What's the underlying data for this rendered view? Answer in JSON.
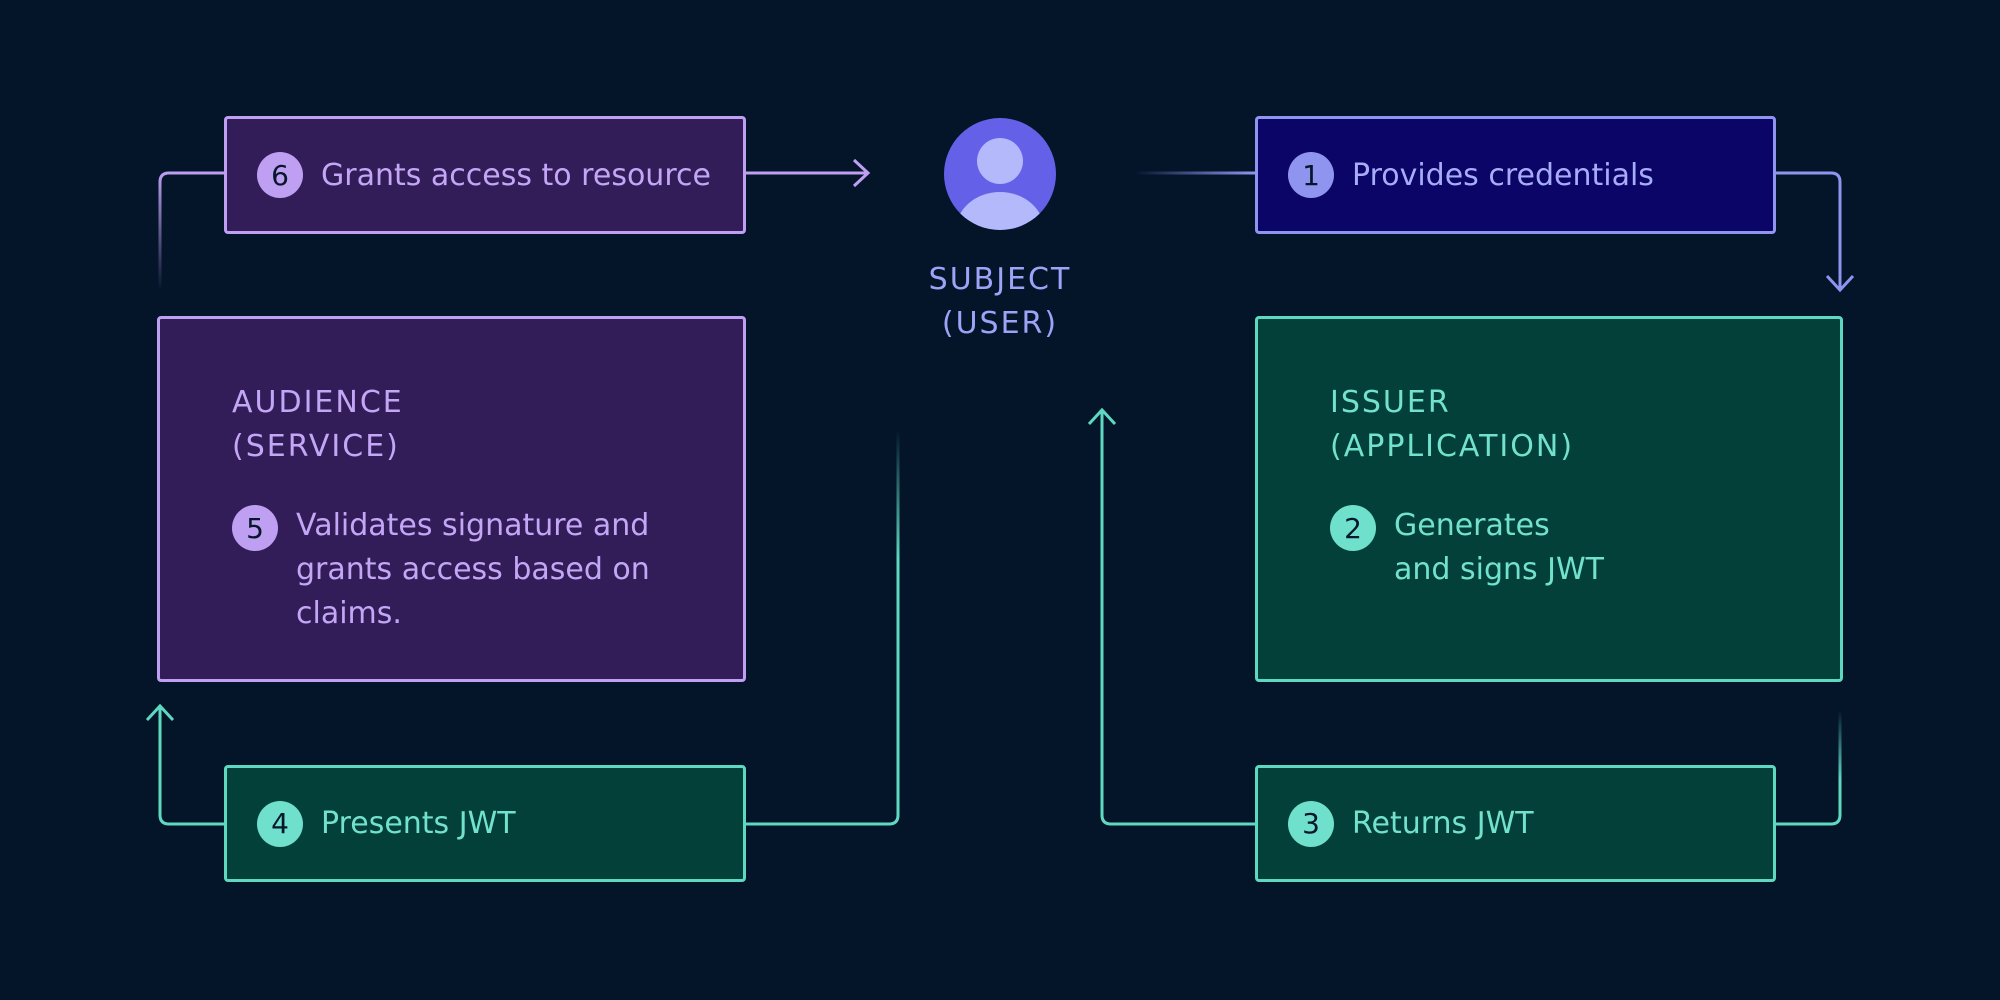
{
  "subject": {
    "line1": "SUBJECT",
    "line2": "(USER)",
    "icon": "user-avatar-icon"
  },
  "steps": [
    {
      "num": "1",
      "label": "Provides credentials"
    },
    {
      "num": "2",
      "lines": [
        "Generates",
        "and signs JWT"
      ]
    },
    {
      "num": "3",
      "label": "Returns JWT"
    },
    {
      "num": "4",
      "label": "Presents JWT"
    },
    {
      "num": "5",
      "lines": [
        "Validates signature and",
        "grants access based on",
        "claims."
      ]
    },
    {
      "num": "6",
      "label": "Grants access to resource"
    }
  ],
  "issuer": {
    "line1": "ISSUER",
    "line2": "(APPLICATION)"
  },
  "audience": {
    "line1": "AUDIENCE",
    "line2": "(SERVICE)"
  },
  "colors": {
    "background": "#04152a",
    "purple": "#bf9ff2",
    "blue": "#8f95ef",
    "green": "#5fd8c2",
    "avatar": "#6461e8"
  }
}
